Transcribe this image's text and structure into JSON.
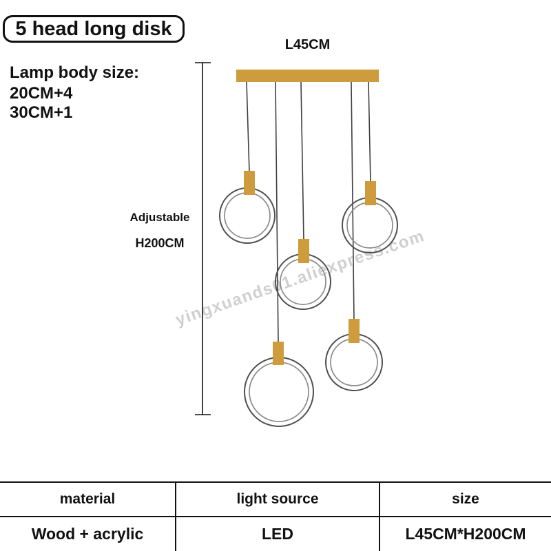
{
  "colors": {
    "gold": "#CE9C3D",
    "wire": "#3F3F3F",
    "ring_outer": "#4F4F4F",
    "ring_inner": "#8A8A8A",
    "ink": "#111111",
    "watermark": "#A8A8A8"
  },
  "header": {
    "product_title": "5 head long disk"
  },
  "annotations": {
    "lamp_body_size_label": "Lamp body size:",
    "lamp_body_size_line1": "20CM+4",
    "lamp_body_size_line2": "30CM+1",
    "width_dimension": "L45CM",
    "height_dimension_line1": "Adjustable",
    "height_dimension_line2": "H200CM"
  },
  "watermark_text": "yingxuands01.aliexpress.com",
  "spec_table": {
    "headers": [
      "material",
      "light source",
      "size"
    ],
    "values": [
      "Wood + acrylic",
      "LED",
      "L45CM*H200CM"
    ]
  }
}
